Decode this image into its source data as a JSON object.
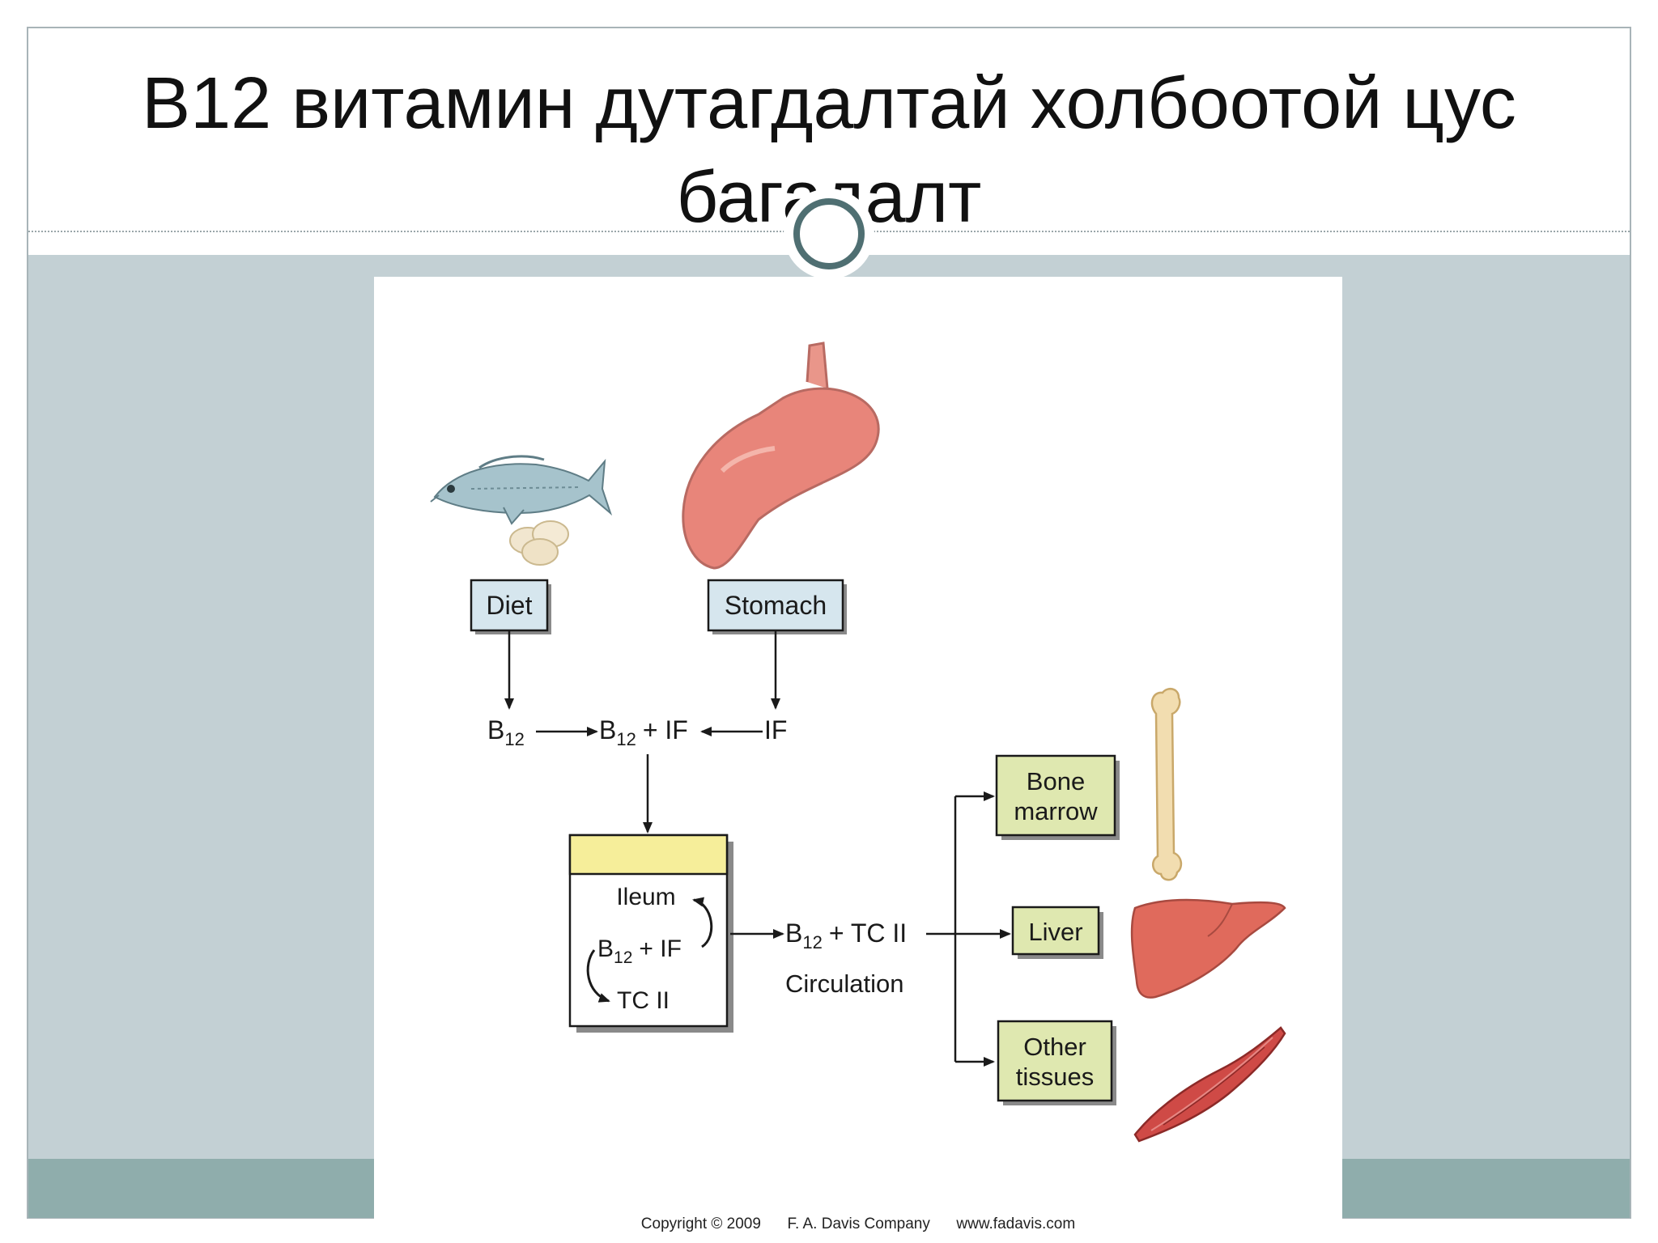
{
  "slide": {
    "title": "B12 витамин дутагдалтай холбоотой цус багадалт"
  },
  "diagram": {
    "sources": {
      "diet": "Diet",
      "stomach": "Stomach"
    },
    "absorption": {
      "b12_base": "B",
      "b12_sub": "12",
      "complex_plus": "+ IF",
      "if_label": "IF"
    },
    "ileum": {
      "label": "Ileum",
      "b12_base": "B",
      "b12_sub": "12",
      "plus_if": "+ IF",
      "tc2": "TC II"
    },
    "circulation": {
      "b12_base": "B",
      "b12_sub": "12",
      "plus_tc2": "+ TC II",
      "label": "Circulation"
    },
    "targets": {
      "bone_line1": "Bone",
      "bone_line2": "marrow",
      "liver": "Liver",
      "other_line1": "Other",
      "other_line2": "tissues"
    },
    "icons": [
      "fish-icon",
      "eggs-icon",
      "stomach-icon",
      "bone-icon",
      "liver-icon",
      "muscle-icon"
    ],
    "colors": {
      "source_box": "#d6e6ee",
      "target_box": "#dfe8b0",
      "ileum_band": "#f6ee9a",
      "organ": "#e8857a",
      "fish": "#9fbcc4",
      "bone": "#f2ddb0"
    }
  },
  "footer": {
    "copyright": "Copyright © 2009",
    "publisher": "F. A. Davis Company",
    "url": "www.fadavis.com"
  }
}
